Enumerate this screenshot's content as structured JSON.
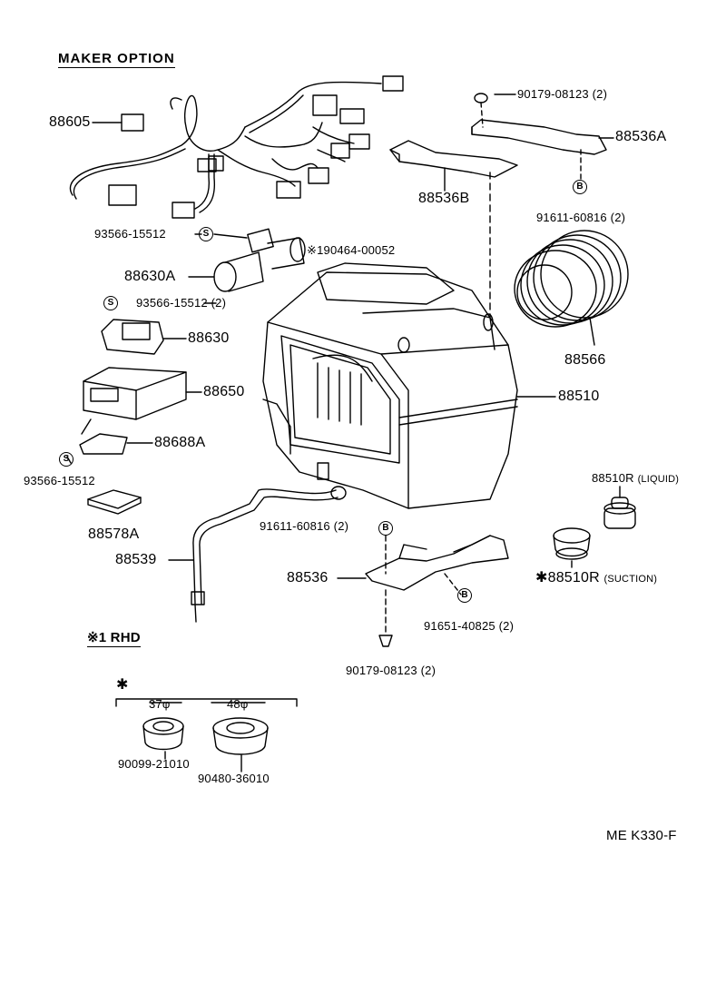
{
  "diagram": {
    "header": "MAKER  OPTION",
    "footer_code": "ME  K330-F",
    "rhd_label": "※1 RHD",
    "rhd_star": "✱",
    "sizes": {
      "small": "37φ",
      "large": "48φ"
    },
    "symbols": {
      "s": "S",
      "b": "B"
    },
    "labels": {
      "p88605": "88605",
      "p93566_a": "93566-15512",
      "p88630a": "88630A",
      "p93566_b": "93566-15512 (2)",
      "p88630": "88630",
      "p88650": "88650",
      "p88688a": "88688A",
      "p93566_c": "93566-15512",
      "p88578a": "88578A",
      "p88539": "88539",
      "p90179_a": "90179-08123 (2)",
      "p88536a": "88536A",
      "p88536b": "88536B",
      "p91611_a": "91611-60816 (2)",
      "p190464": "※190464-00052",
      "p88566": "88566",
      "p88510": "88510",
      "p88510r_l": "88510R",
      "p88510r_l_sub": "(LIQUID)",
      "p88510r_s": "✱88510R",
      "p88510r_s_sub": "(SUCTION)",
      "p91611_b": "91611-60816 (2)",
      "p88536": "88536",
      "p91651": "91651-40825 (2)",
      "p90179_b": "90179-08123 (2)",
      "p90099": "90099-21010",
      "p90480": "90480-36010"
    }
  }
}
